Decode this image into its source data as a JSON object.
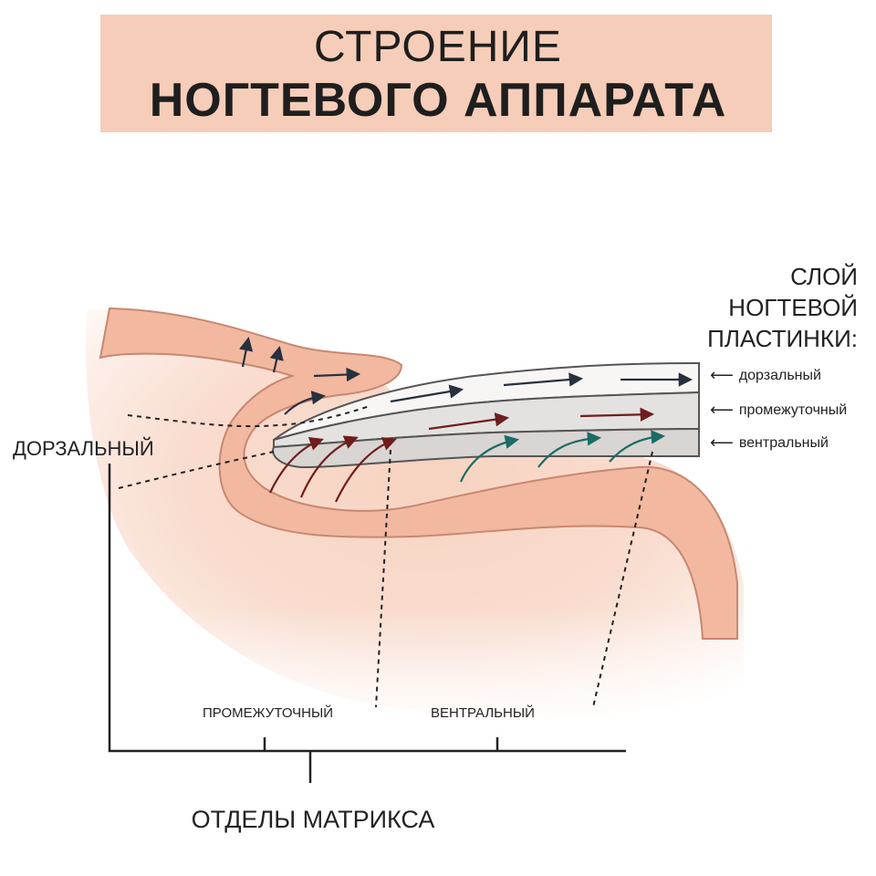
{
  "title": {
    "line1": "СТРОЕНИЕ",
    "line2": "НОГТЕВОГО АППАРАТА"
  },
  "layers_heading": [
    "СЛОЙ",
    "НОГТЕВОЙ",
    "ПЛАСТИНКИ:"
  ],
  "layers": [
    {
      "label": "дорзальный",
      "arrow_color": "#27303f"
    },
    {
      "label": "промежуточный",
      "arrow_color": "#6f1d1d"
    },
    {
      "label": "вентральный",
      "arrow_color": "#1b6b66"
    }
  ],
  "matrix": {
    "dorsal_label": "ДОРЗАЛЬНЫЙ",
    "intermediate_label": "ПРОМЕЖУТОЧНЫЙ",
    "ventral_label": "ВЕНТРАЛЬНЫЙ",
    "axis_label": "ОТДЕЛЫ МАТРИКСА"
  },
  "colors": {
    "title_band": "#f6cdb8",
    "skin": "#f2b8a0",
    "skin_outline": "#c98770",
    "nail": "#efeeed",
    "nail_outline": "#555555",
    "dorsal_arrow": "#27303f",
    "intermediate_arrow": "#6f1d1d",
    "ventral_arrow": "#1b6b66"
  }
}
